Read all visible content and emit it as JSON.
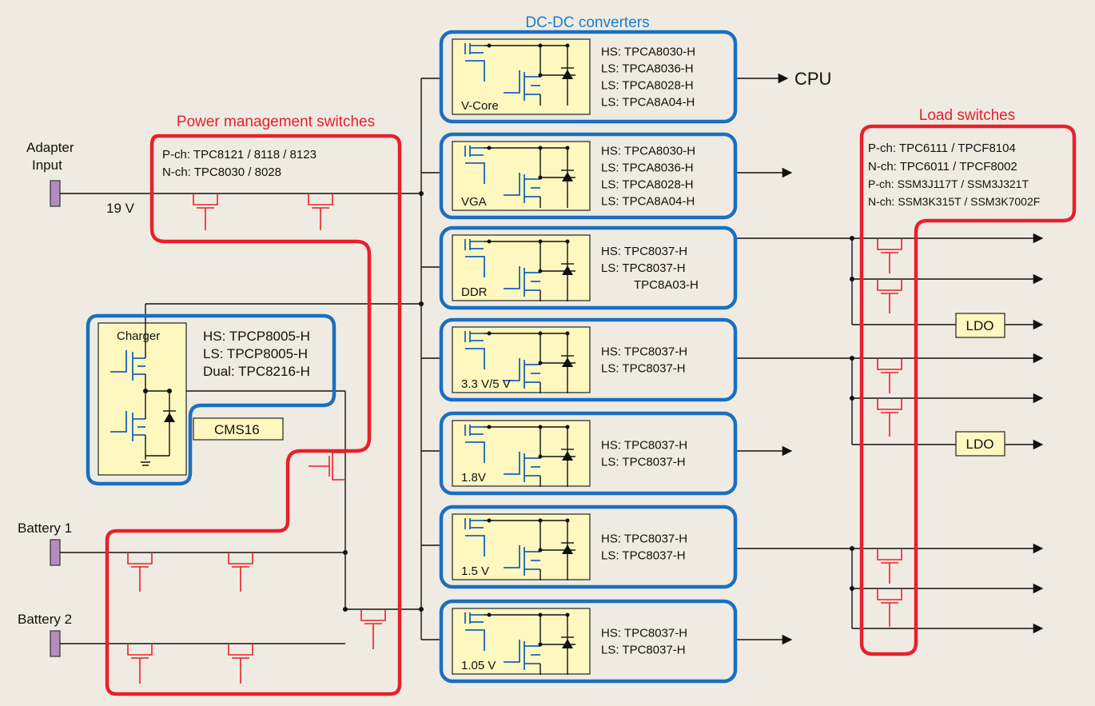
{
  "titles": {
    "dcdc": "DC-DC converters",
    "pm": "Power management switches",
    "load": "Load switches"
  },
  "inputs": {
    "adapter_line1": "Adapter",
    "adapter_line2": "Input",
    "voltage": "19 V",
    "battery1": "Battery 1",
    "battery2": "Battery 2"
  },
  "pm_parts": {
    "pch": "P-ch: TPC8121 / 8118 / 8123",
    "nch": "N-ch: TPC8030 / 8028"
  },
  "charger": {
    "label": "Charger",
    "hs": "HS: TPCP8005-H",
    "ls": "LS: TPCP8005-H",
    "dual": "Dual: TPC8216-H",
    "diode": "CMS16"
  },
  "converters": [
    {
      "name": "V-Core",
      "parts": [
        "HS: TPCA8030-H",
        "LS: TPCA8036-H",
        "LS: TPCA8028-H",
        "LS: TPCA8A04-H"
      ],
      "output": "CPU"
    },
    {
      "name": "VGA",
      "parts": [
        "HS: TPCA8030-H",
        "LS: TPCA8036-H",
        "LS: TPCA8028-H",
        "LS: TPCA8A04-H"
      ],
      "output": ""
    },
    {
      "name": "DDR",
      "parts": [
        "HS: TPC8037-H",
        "LS: TPC8037-H",
        "TPC8A03-H"
      ],
      "output": ""
    },
    {
      "name": "3.3 V/5 V",
      "parts": [
        "HS: TPC8037-H",
        "LS: TPC8037-H"
      ],
      "output": ""
    },
    {
      "name": "1.8V",
      "parts": [
        "HS: TPC8037-H",
        "LS: TPC8037-H"
      ],
      "output": ""
    },
    {
      "name": "1.5 V",
      "parts": [
        "HS: TPC8037-H",
        "LS: TPC8037-H"
      ],
      "output": ""
    },
    {
      "name": "1.05 V",
      "parts": [
        "HS: TPC8037-H",
        "LS: TPC8037-H"
      ],
      "output": ""
    }
  ],
  "load_parts": {
    "line1": "P-ch: TPC6111 / TPCF8104",
    "line2": "N-ch: TPC6011 / TPCF8002",
    "line3": "P-ch: SSM3J117T / SSM3J321T",
    "line4": "N-ch: SSM3K315T / SSM3K7002F"
  },
  "ldo": {
    "a": "LDO",
    "b": "LDO"
  },
  "colors": {
    "background": "#efebe2",
    "power_switch_outline": "#e8202a",
    "converter_outline": "#1a6fc0",
    "block_fill": "#fff7c0",
    "terminal": "#b58cc0"
  }
}
